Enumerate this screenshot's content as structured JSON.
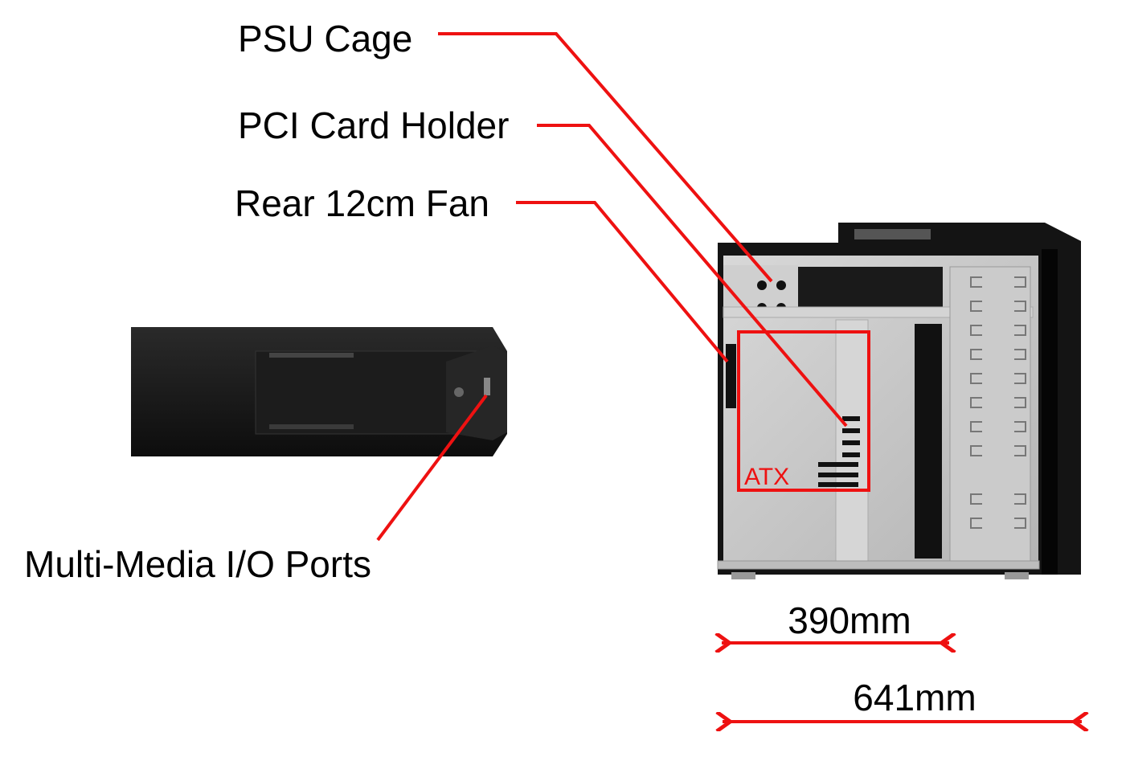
{
  "callouts": {
    "psu_cage": "PSU Cage",
    "pci_card_holder": "PCI Card Holder",
    "rear_fan": "Rear 12cm Fan",
    "io_ports": "Multi-Media I/O Ports"
  },
  "board_label": "ATX",
  "dimensions": {
    "depth_inner": "390mm",
    "depth_total": "641mm"
  },
  "colors": {
    "accent": "#ee1111",
    "case_black": "#151515",
    "aluminum": "#c8c8c8"
  }
}
